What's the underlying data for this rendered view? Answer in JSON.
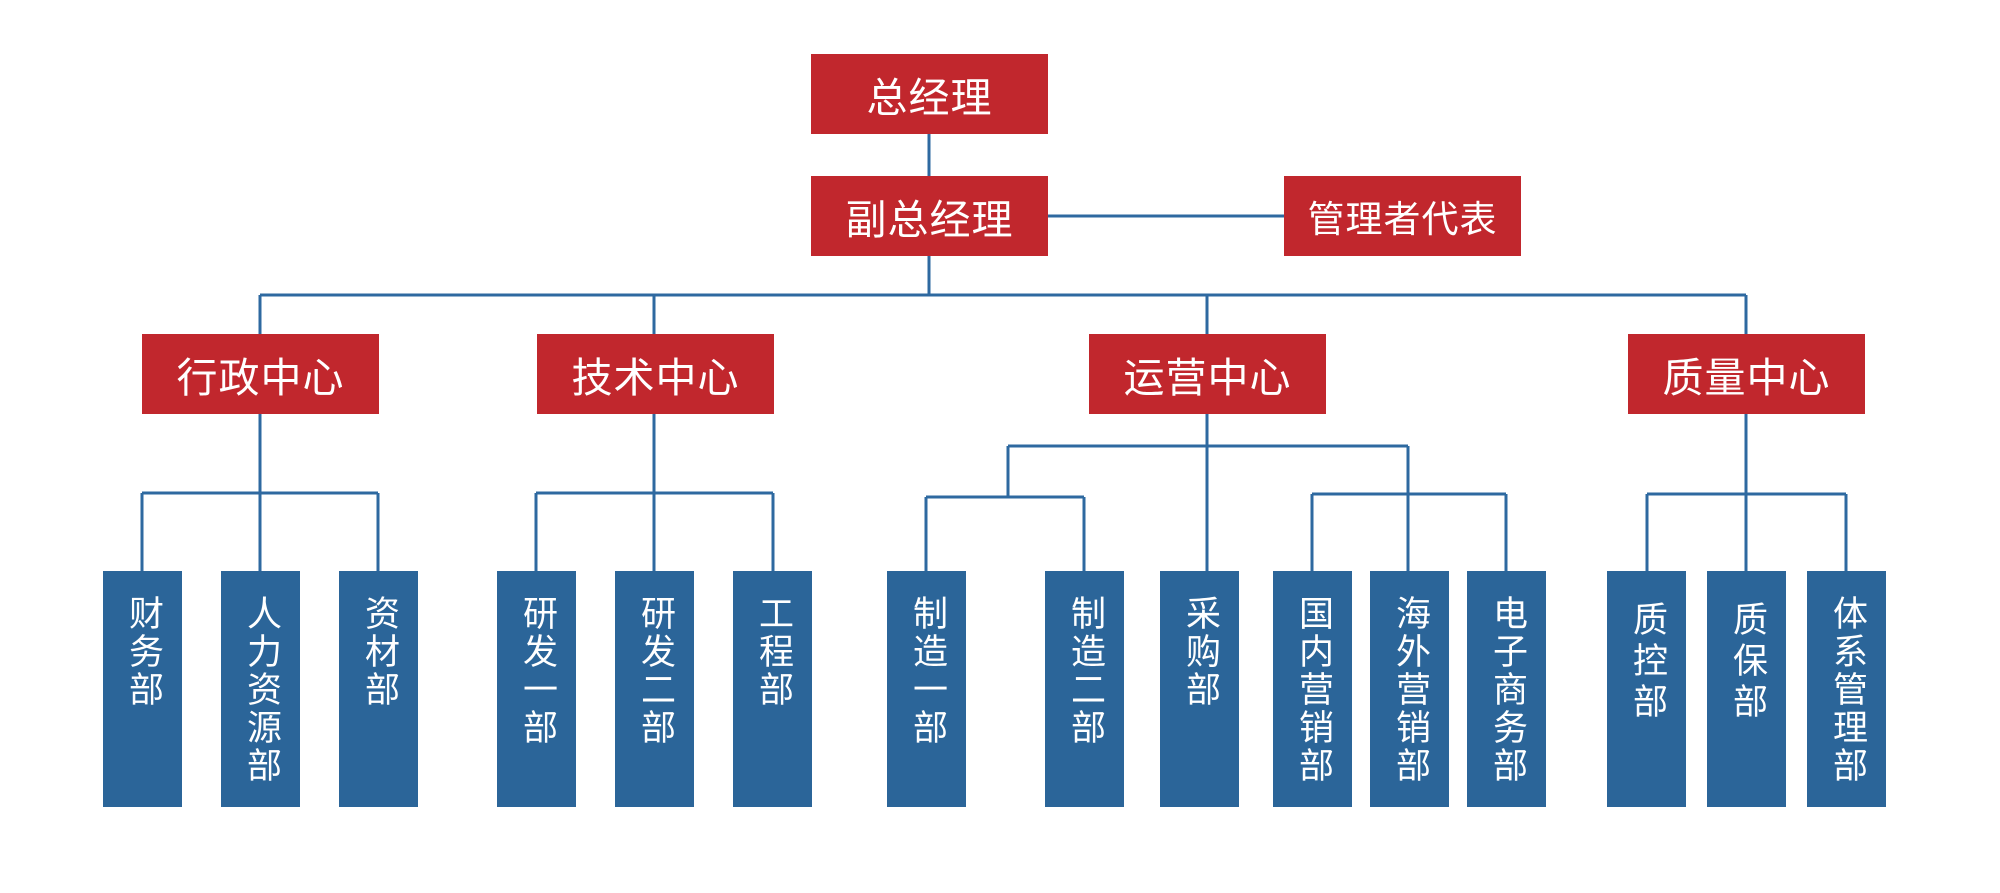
{
  "title": "组织架构图",
  "colors": {
    "executive": "#c1272d",
    "department": "#2b6599",
    "connector": "#2e69a0"
  },
  "top": {
    "general_manager": "总经理",
    "deputy_general_manager": "副总经理",
    "management_representative": "管理者代表"
  },
  "centers": [
    {
      "name": "行政中心",
      "departments": [
        "财务部",
        "人力资源部",
        "资材部"
      ]
    },
    {
      "name": "技术中心",
      "departments": [
        "研发一部",
        "研发二部",
        "工程部"
      ]
    },
    {
      "name": "运营中心",
      "groups": [
        {
          "departments": [
            "制造一部",
            "制造二部"
          ]
        },
        {
          "departments": [
            "采购部"
          ]
        },
        {
          "departments": [
            "国内营销部",
            "海外营销部",
            "电子商务部"
          ]
        }
      ]
    },
    {
      "name": "质量中心",
      "departments": [
        "质控部",
        "质保部",
        "体系管理部"
      ]
    }
  ]
}
